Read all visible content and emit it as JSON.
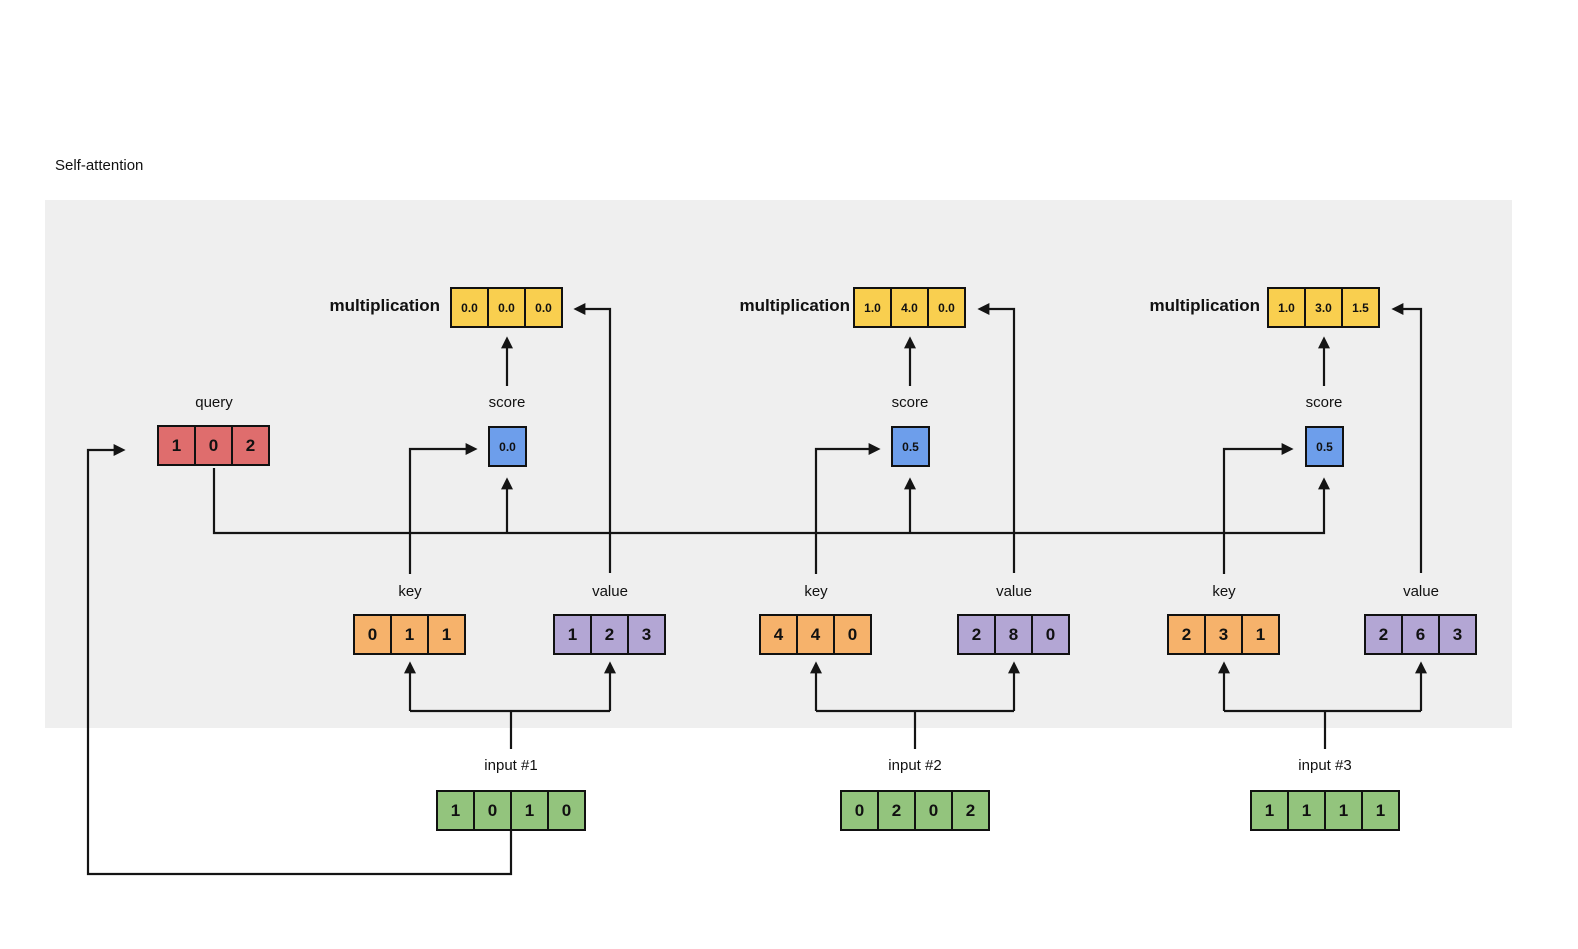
{
  "title": "Self-attention",
  "colors": {
    "query": "#df6d6d",
    "multiplication": "#f9cf4f",
    "score": "#6d9eeb",
    "key": "#f6b26b",
    "value": "#b3a6d4",
    "input": "#93c47d",
    "panel": "#efefef",
    "line": "#141414"
  },
  "query": {
    "label": "query",
    "values": [
      "1",
      "0",
      "2"
    ]
  },
  "columns": [
    {
      "multiplication": {
        "label": "multiplication",
        "values": [
          "0.0",
          "0.0",
          "0.0"
        ]
      },
      "score": {
        "label": "score",
        "values": [
          "0.0"
        ]
      },
      "key": {
        "label": "key",
        "values": [
          "0",
          "1",
          "1"
        ]
      },
      "value": {
        "label": "value",
        "values": [
          "1",
          "2",
          "3"
        ]
      },
      "input": {
        "label": "input #1",
        "values": [
          "1",
          "0",
          "1",
          "0"
        ]
      }
    },
    {
      "multiplication": {
        "label": "multiplication",
        "values": [
          "1.0",
          "4.0",
          "0.0"
        ]
      },
      "score": {
        "label": "score",
        "values": [
          "0.5"
        ]
      },
      "key": {
        "label": "key",
        "values": [
          "4",
          "4",
          "0"
        ]
      },
      "value": {
        "label": "value",
        "values": [
          "2",
          "8",
          "0"
        ]
      },
      "input": {
        "label": "input #2",
        "values": [
          "0",
          "2",
          "0",
          "2"
        ]
      }
    },
    {
      "multiplication": {
        "label": "multiplication",
        "values": [
          "1.0",
          "3.0",
          "1.5"
        ]
      },
      "score": {
        "label": "score",
        "values": [
          "0.5"
        ]
      },
      "key": {
        "label": "key",
        "values": [
          "2",
          "3",
          "1"
        ]
      },
      "value": {
        "label": "value",
        "values": [
          "2",
          "6",
          "3"
        ]
      },
      "input": {
        "label": "input #3",
        "values": [
          "1",
          "1",
          "1",
          "1"
        ]
      }
    }
  ]
}
